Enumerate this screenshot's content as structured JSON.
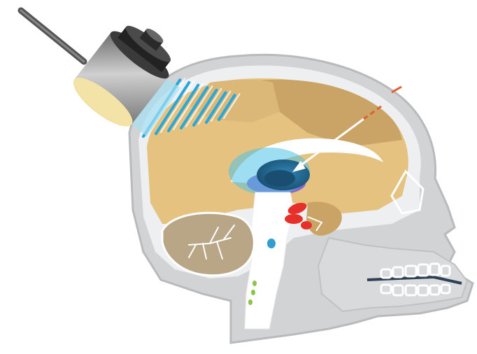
{
  "diagram": {
    "colors": {
      "background": "#ffffff",
      "skull": "#c9cacc",
      "skull_light": "#e3e4e6",
      "skull_shadow": "#a8a9ac",
      "brain": "#e5c27f",
      "brain_dark": "#c9a466",
      "brain_frontal": "#dcb878",
      "cerebellum": "#b9a687",
      "brainstem": "#ffffff",
      "target": "#1f5f85",
      "target_light": "#2f86b6",
      "focal_halo": "#4ec3e8",
      "ventricle_purple": "#8866cc",
      "ultrasound_waves": "#26a8dc",
      "transducer_body": "#9a9a9a",
      "transducer_dark": "#333333",
      "transducer_glow": "#f4e3a6",
      "cable": "#555555",
      "arrow": "#ffffff",
      "trajectory": "#e06030",
      "red_structures": "#e8302a",
      "green_dots": "#8cc34a",
      "teeth_outline": "#ffffff",
      "jaw_dark": "#2e3f57"
    },
    "icons": {
      "transducer": "ultrasound-transducer-icon",
      "arrow": "white-arrow-icon"
    },
    "wave_count": 7,
    "tooth_count_upper": 6,
    "tooth_count_lower": 6
  }
}
